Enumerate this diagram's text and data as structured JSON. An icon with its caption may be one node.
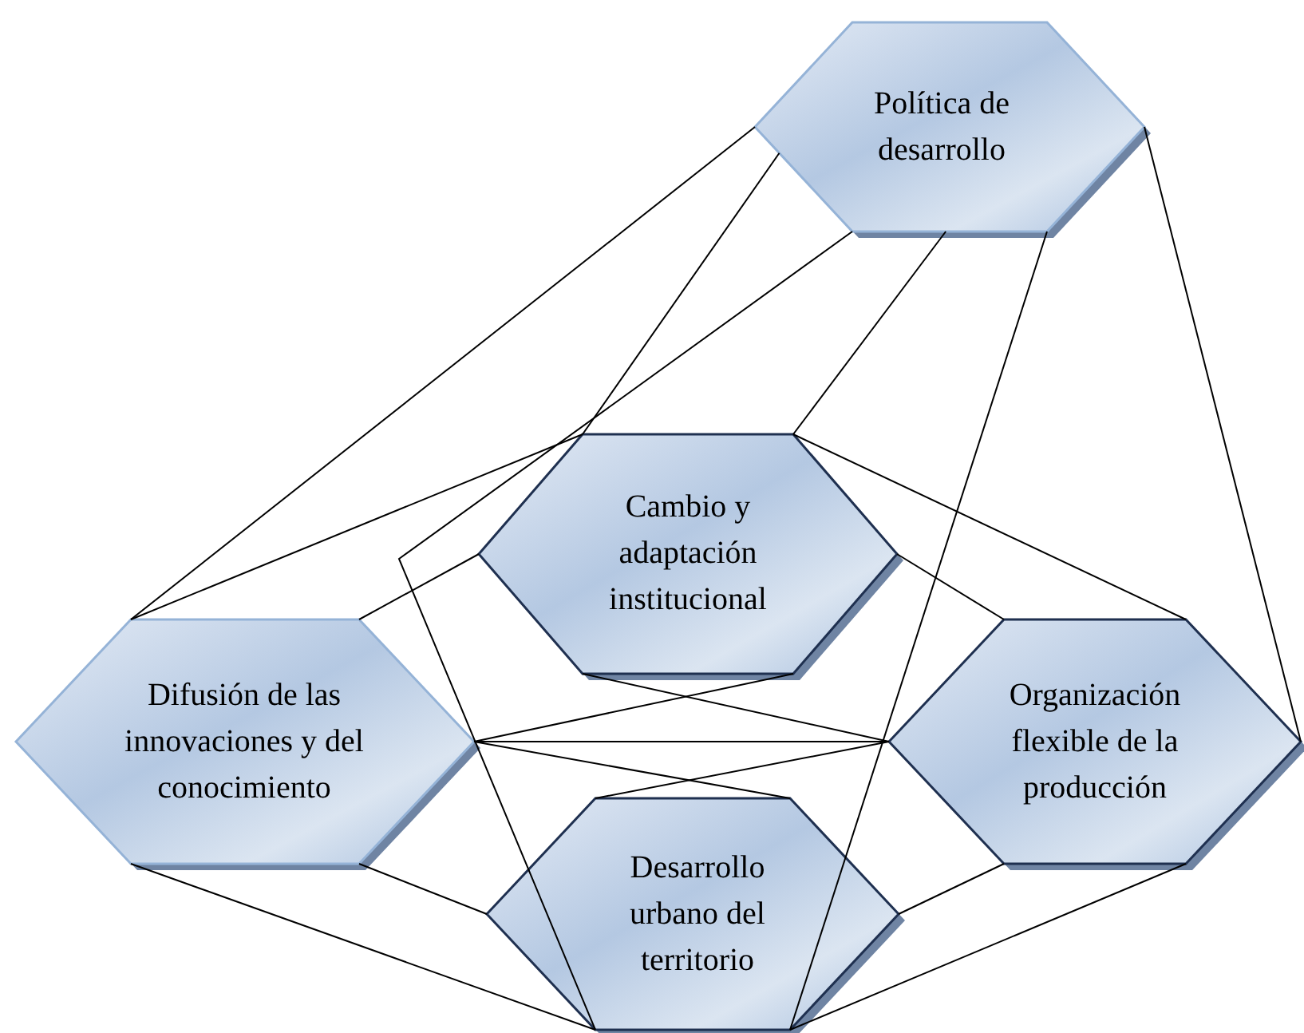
{
  "diagram": {
    "nodes": [
      {
        "text": [
          "Política de desarrollo"
        ]
      },
      {
        "text": [
          "Cambio y adaptación institucional"
        ]
      },
      {
        "text": [
          "Difusión de las innovaciones y del conocimiento"
        ]
      },
      {
        "text": [
          "Organización flexible de la producción"
        ]
      },
      {
        "text": [
          "Desarrollo urbano del territorio"
        ]
      }
    ],
    "edges": [
      {
        "from": 0,
        "to": 2,
        "arrow": "none"
      },
      {
        "from": 0,
        "to": 1,
        "arrow": "none"
      },
      {
        "from": 0,
        "to": 4,
        "arrow": "none"
      },
      {
        "from": 0,
        "to": 1,
        "arrow": "none"
      },
      {
        "from": 0,
        "to": 4,
        "arrow": "none"
      },
      {
        "from": 0,
        "to": 3,
        "arrow": "none"
      },
      {
        "from": 1,
        "to": 2,
        "arrow": "none"
      },
      {
        "from": 1,
        "to": 2,
        "arrow": "none"
      },
      {
        "from": 1,
        "to": 3,
        "arrow": "none"
      },
      {
        "from": 1,
        "to": 3,
        "arrow": "none"
      },
      {
        "from": 1,
        "to": 3,
        "arrow": "none"
      },
      {
        "from": 1,
        "to": 2,
        "arrow": "none"
      },
      {
        "from": 2,
        "to": 3,
        "arrow": "none"
      },
      {
        "from": 2,
        "to": 4,
        "arrow": "none"
      },
      {
        "from": 2,
        "to": 4,
        "arrow": "none"
      },
      {
        "from": 2,
        "to": 4,
        "arrow": "none"
      },
      {
        "from": 3,
        "to": 4,
        "arrow": "none"
      },
      {
        "from": 3,
        "to": 4,
        "arrow": "none"
      },
      {
        "from": 3,
        "to": 4,
        "arrow": "none"
      }
    ]
  }
}
